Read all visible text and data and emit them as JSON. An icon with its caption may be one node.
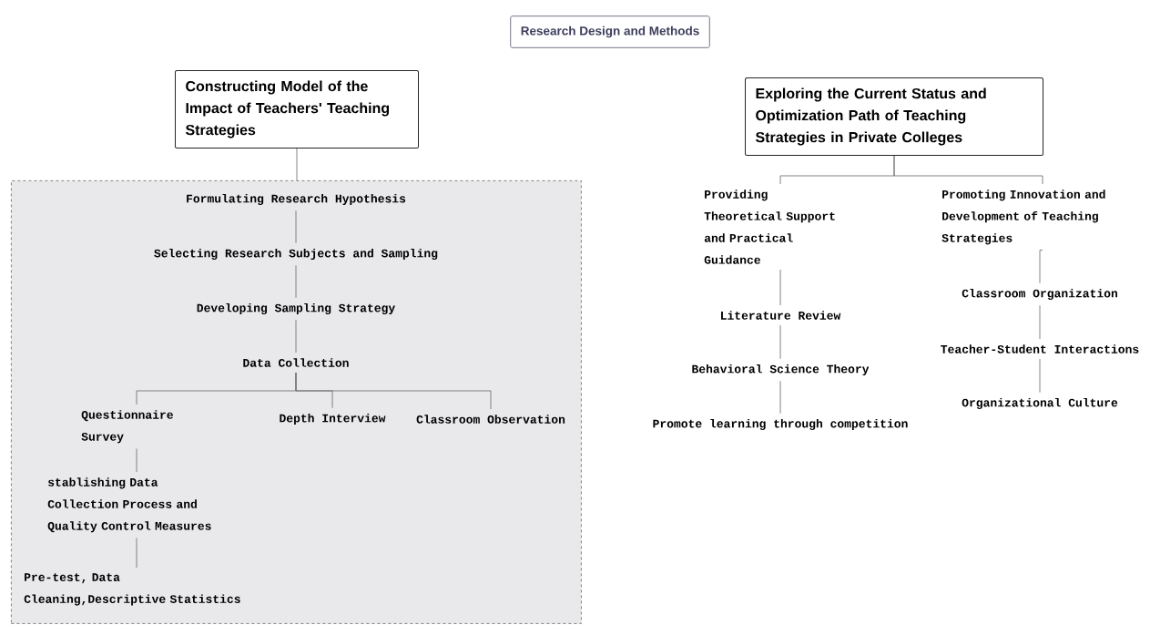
{
  "diagram": {
    "nodes": [
      {
        "text": [
          "Research Design and Methods"
        ]
      },
      {
        "text": [
          "Constructing Model of the Impact of Teachers' Teaching Strategies"
        ]
      },
      {
        "text": [],
        "shape": "box"
      },
      {
        "text": [
          "Formulating Research Hypothesis"
        ],
        "in": 2
      },
      {
        "text": [
          "Selecting Research Subjects and Sampling"
        ],
        "in": 2
      },
      {
        "text": [
          "Developing Sampling Strategy"
        ],
        "in": 2
      },
      {
        "text": [
          "Data Collection"
        ],
        "in": 2
      },
      {
        "text": [
          "Questionnaire Survey"
        ],
        "in": 2
      },
      {
        "text": [
          "Depth Interview"
        ],
        "in": 2
      },
      {
        "text": [
          "Classroom Observation"
        ],
        "in": 2
      },
      {
        "text": [
          "stablishing Data Collection Process and Quality Control Measures"
        ],
        "in": 2
      },
      {
        "text": [
          "Pre-test, Data Cleaning,Descriptive Statistics"
        ],
        "in": 2
      },
      {
        "text": [
          "Exploring the Current Status and Optimization Path of Teaching Strategies in Private Colleges"
        ]
      },
      {
        "text": [
          "Providing Theoretical Support and Practical Guidance"
        ]
      },
      {
        "text": [
          "Promoting Innovation and Development of Teaching Strategies"
        ]
      },
      {
        "text": [
          "Literature Review"
        ]
      },
      {
        "text": [
          "Behavioral Science Theory"
        ]
      },
      {
        "text": [
          "Promote learning through competition"
        ]
      },
      {
        "text": [
          "Classroom Organization"
        ]
      },
      {
        "text": [
          "Teacher-Student Interactions"
        ]
      },
      {
        "text": [
          "Organizational Culture"
        ]
      }
    ],
    "edges": [
      {
        "from": 1,
        "to": 2,
        "arrow": "none"
      },
      {
        "from": 3,
        "to": 4,
        "arrow": "none"
      },
      {
        "from": 4,
        "to": 5,
        "arrow": "none"
      },
      {
        "from": 5,
        "to": 6,
        "arrow": "none"
      },
      {
        "from": 6,
        "to": 7,
        "arrow": "none"
      },
      {
        "from": 6,
        "to": 8,
        "arrow": "none"
      },
      {
        "from": 6,
        "to": 9,
        "arrow": "none"
      },
      {
        "from": 7,
        "to": 10,
        "arrow": "none"
      },
      {
        "from": 10,
        "to": 11,
        "arrow": "none"
      },
      {
        "from": 12,
        "to": 13,
        "arrow": "none"
      },
      {
        "from": 12,
        "to": 14,
        "arrow": "none"
      },
      {
        "from": 13,
        "to": 15,
        "arrow": "none"
      },
      {
        "from": 15,
        "to": 16,
        "arrow": "none"
      },
      {
        "from": 16,
        "to": 17,
        "arrow": "none"
      },
      {
        "from": 14,
        "to": 18,
        "arrow": "none"
      },
      {
        "from": 18,
        "to": 19,
        "arrow": "none"
      },
      {
        "from": 19,
        "to": 20,
        "arrow": "none"
      }
    ]
  }
}
